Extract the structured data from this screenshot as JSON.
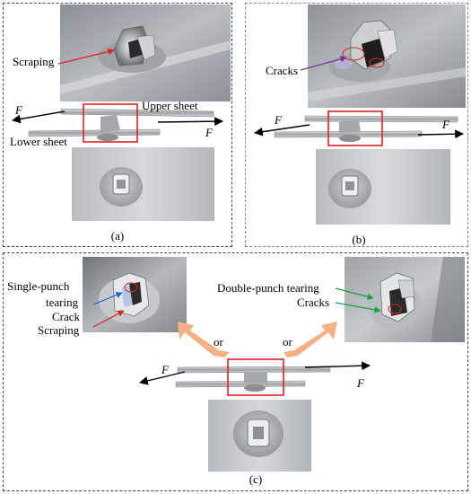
{
  "panel_a": {
    "label_scraping": "Scraping",
    "label_upper_sheet": "Upper sheet",
    "label_lower_sheet": "Lower sheet",
    "force_left": "F",
    "force_right": "F",
    "caption": "(a)"
  },
  "panel_b": {
    "label_cracks": "Cracks",
    "force_left": "F",
    "force_right": "F",
    "caption": "(b)"
  },
  "panel_c": {
    "label_single_punch_1": "Single-punch",
    "label_single_punch_2": "tearing",
    "label_crack": "Crack",
    "label_scraping": "Scraping",
    "label_double_punch": "Double-punch tearing",
    "label_cracks": "Cracks",
    "or_left": "or",
    "or_right": "or",
    "force_left": "F",
    "force_right": "F",
    "caption": "(c)"
  },
  "colors": {
    "panel_a_border": "#3b4a78",
    "panel_b_border": "#a070c0",
    "panel_c_border": "#444444",
    "highlight_box": "#e02020",
    "arrow_orange": "#f4b183",
    "annotation_red": "#e02020",
    "annotation_purple": "#7030a0",
    "annotation_blue": "#2060d0",
    "annotation_green": "#10a040"
  }
}
